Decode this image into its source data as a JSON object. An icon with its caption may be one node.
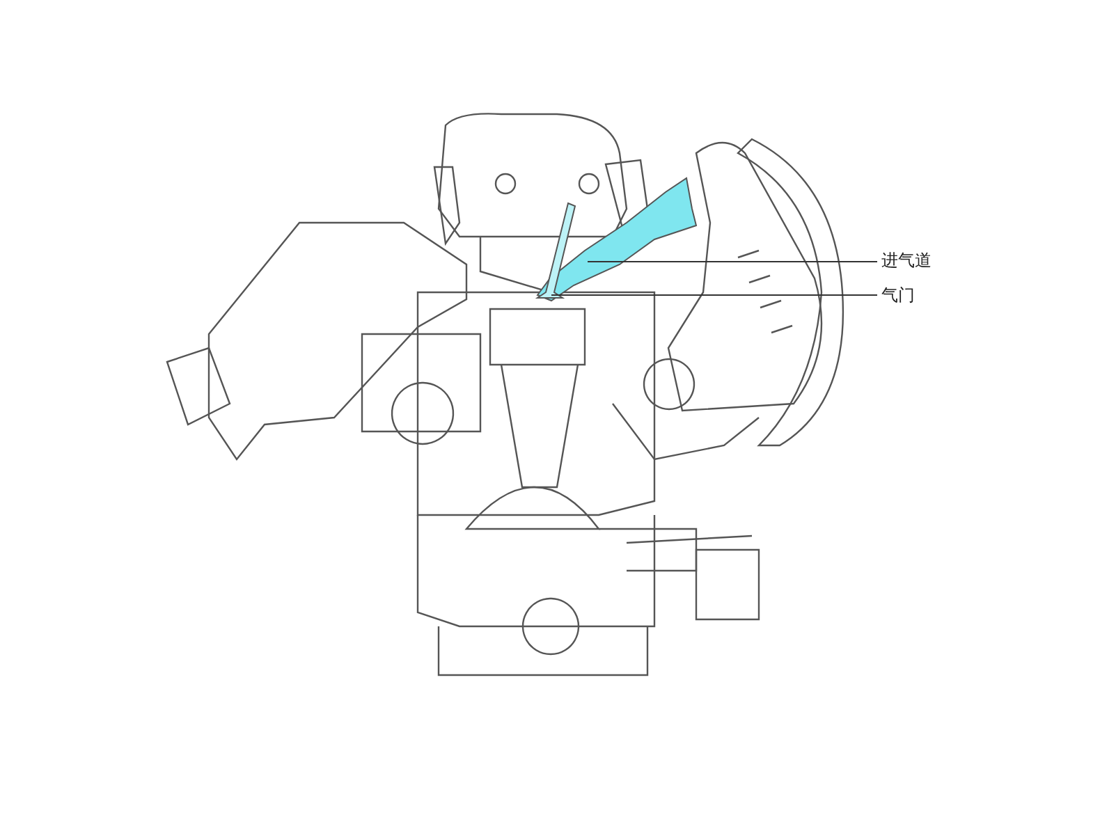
{
  "diagram": {
    "nodes": [
      {
        "text": [
          "进气道"
        ]
      },
      {
        "text": [],
        "shape": "picture"
      },
      {
        "text": [
          "气门"
        ]
      },
      {
        "text": [],
        "shape": "picture"
      }
    ],
    "edges": [
      {
        "from": 0,
        "to": 1,
        "arrow": "none"
      },
      {
        "from": 2,
        "to": 3,
        "arrow": "none"
      }
    ]
  }
}
